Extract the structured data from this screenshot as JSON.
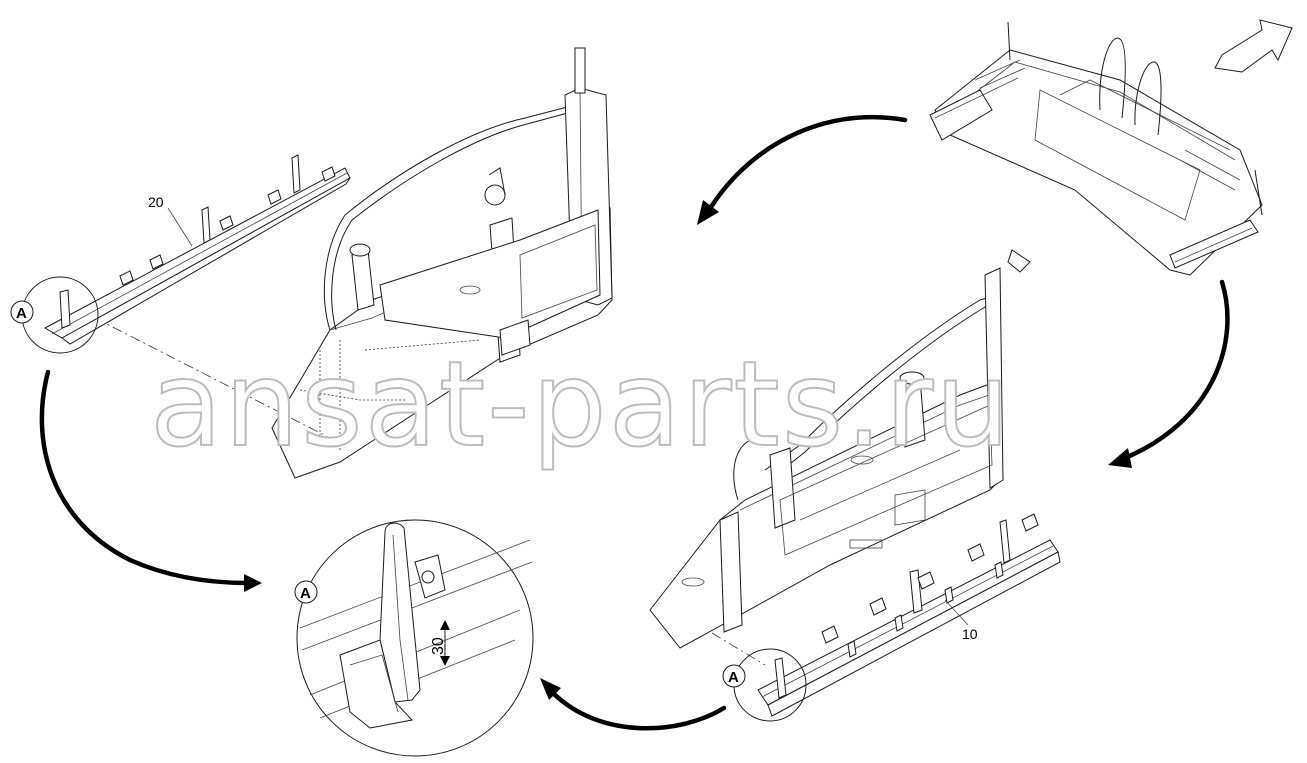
{
  "diagram": {
    "part_labels": {
      "part_20": "20",
      "part_10": "10"
    },
    "detail_callouts": {
      "left": "A",
      "right": "A",
      "detail": "A"
    },
    "dimension": {
      "value": "30"
    },
    "watermark": "ansat-parts.ru"
  }
}
